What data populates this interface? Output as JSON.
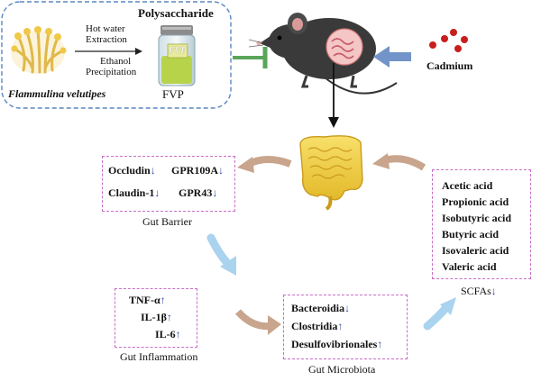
{
  "extract": {
    "source_species": "Flammulina velutipes",
    "step1_line1": "Hot water",
    "step1_line2": "Extraction",
    "step2_line1": "Ethanol",
    "step2_line2": "Precipitation",
    "product": "Polysaccharide",
    "jar_label": "FVP",
    "abbrev": "FVP"
  },
  "cadmium": {
    "label": "Cadmium"
  },
  "gut_barrier": {
    "title": "Gut Barrier",
    "markers": [
      {
        "name": "Occludin",
        "trend": "↓"
      },
      {
        "name": "GPR109A",
        "trend": "↓"
      },
      {
        "name": "Claudin-1",
        "trend": "↓"
      },
      {
        "name": "GPR43",
        "trend": "↓"
      }
    ]
  },
  "scfas": {
    "title": "SCFAs",
    "trend": "↓",
    "acids": [
      "Acetic acid",
      "Propionic acid",
      "Isobutyric acid",
      "Butyric acid",
      "Isovaleric acid",
      "Valeric acid"
    ]
  },
  "gut_inflammation": {
    "title": "Gut Inflammation",
    "markers": [
      {
        "name": "TNF-α",
        "trend": "↑"
      },
      {
        "name": "IL-1β",
        "trend": "↑"
      },
      {
        "name": "IL-6",
        "trend": "↑"
      }
    ]
  },
  "gut_microbiota": {
    "title": "Gut Microbiota",
    "taxa": [
      {
        "name": "Bacteroidia",
        "trend": "↓"
      },
      {
        "name": "Clostridia",
        "trend": "↑"
      },
      {
        "name": "Desulfovibrionales",
        "trend": "↑"
      }
    ]
  },
  "colors": {
    "flow_arrow_brown": "#c8a58c",
    "flow_arrow_blue": "#a9d3ee",
    "inhibit_green": "#5aa55a",
    "cadmium_red": "#c81e1e",
    "cadmium_arrow": "#7394c8",
    "box_border": "#c86cc8",
    "trend_arrow": "#2b4aa0"
  }
}
